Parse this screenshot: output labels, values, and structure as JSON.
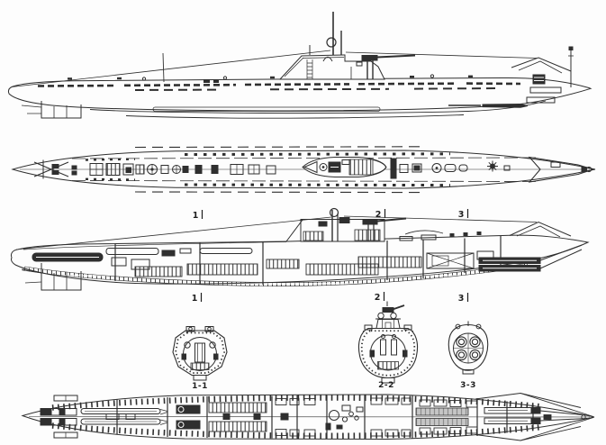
{
  "drawing": {
    "ink_color": "#2f2f2f",
    "paper_color": "#fdfdfd",
    "section_markers_top": [
      "1",
      "2",
      "3"
    ],
    "section_markers_bottom": [
      "1",
      "2",
      "3"
    ],
    "cross_section_labels": [
      "1-1",
      "2-2",
      "3-3"
    ]
  }
}
